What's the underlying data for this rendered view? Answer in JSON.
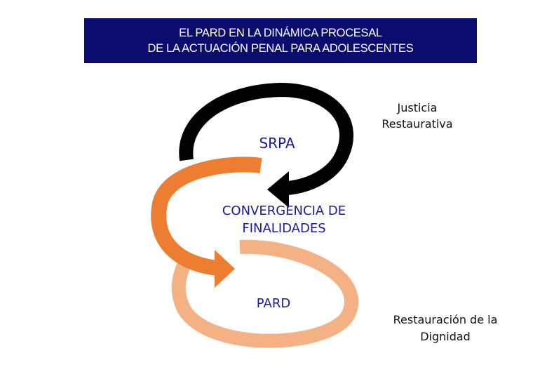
{
  "title": {
    "line1": "EL PARD EN LA DINÁMICA PROCESAL",
    "line2": "DE LA ACTUACIÓN PENAL PARA ADOLESCENTES"
  },
  "labels": {
    "srpa": "SRPA",
    "convergencia_line1": "CONVERGENCIA DE",
    "convergencia_line2": "FINALIDADES",
    "pard": "PARD",
    "justicia_line1": "Justicia",
    "justicia_line2": "Restaurativa",
    "restauracion_line1": "Restauración de la",
    "restauracion_line2": "Dignidad"
  },
  "colors": {
    "title_bg": "#0b0c6e",
    "arrow_black": "#000000",
    "arrow_orange": "#ed7d31",
    "arrow_light_orange": "#f4b183",
    "label_blue": "#1a1a9a"
  }
}
